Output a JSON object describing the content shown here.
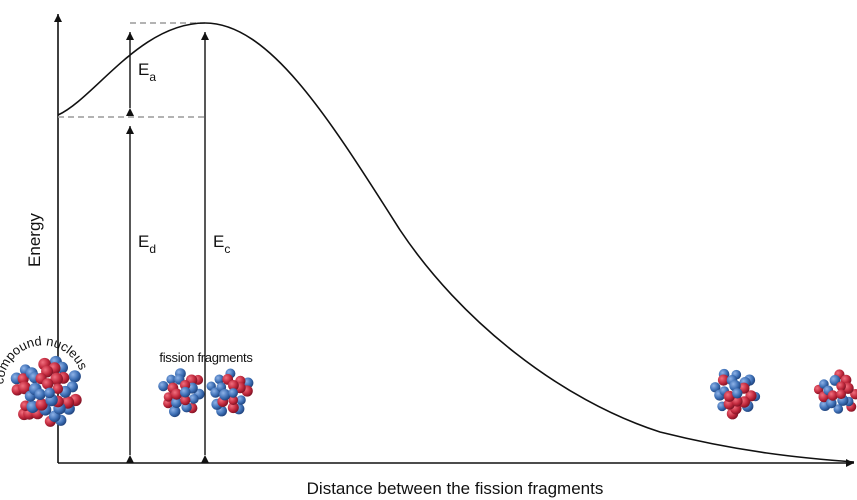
{
  "axes": {
    "xlabel": "Distance between the fission fragments",
    "ylabel": "Energy"
  },
  "energy_labels": {
    "activation": {
      "main": "E",
      "sub": "a"
    },
    "deformation": {
      "main": "E",
      "sub": "d"
    },
    "coulomb": {
      "main": "E",
      "sub": "c"
    }
  },
  "nuclei": {
    "compound_label": "compound nucleus",
    "fragments_label": "fission fragments"
  },
  "colors": {
    "proton": "#c0283c",
    "neutron": "#3d6fb5",
    "line": "#111111",
    "dashed": "#9a9a9a"
  }
}
